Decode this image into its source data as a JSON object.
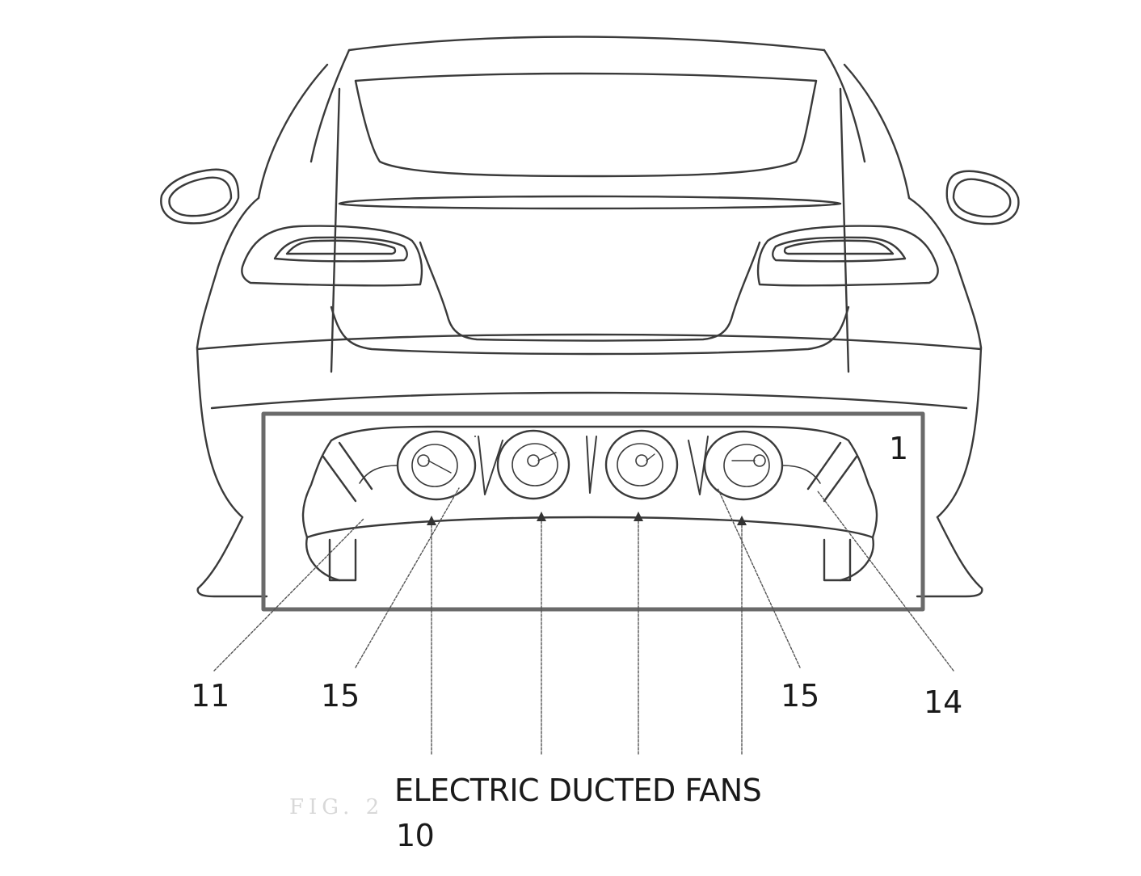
{
  "figure_label": "FIG. 2",
  "callouts": {
    "system": "1",
    "rear_diffuser": "11",
    "duct_left": "15",
    "duct_right": "15",
    "side_element": "14"
  },
  "caption": {
    "title": "ELECTRIC DUCTED FANS",
    "ref": "10"
  },
  "fans": [
    {
      "id": "fan-1"
    },
    {
      "id": "fan-2"
    },
    {
      "id": "fan-3"
    },
    {
      "id": "fan-4"
    }
  ],
  "colors": {
    "line": "#3a3a3a",
    "thin": "#555555",
    "background": "#ffffff"
  }
}
